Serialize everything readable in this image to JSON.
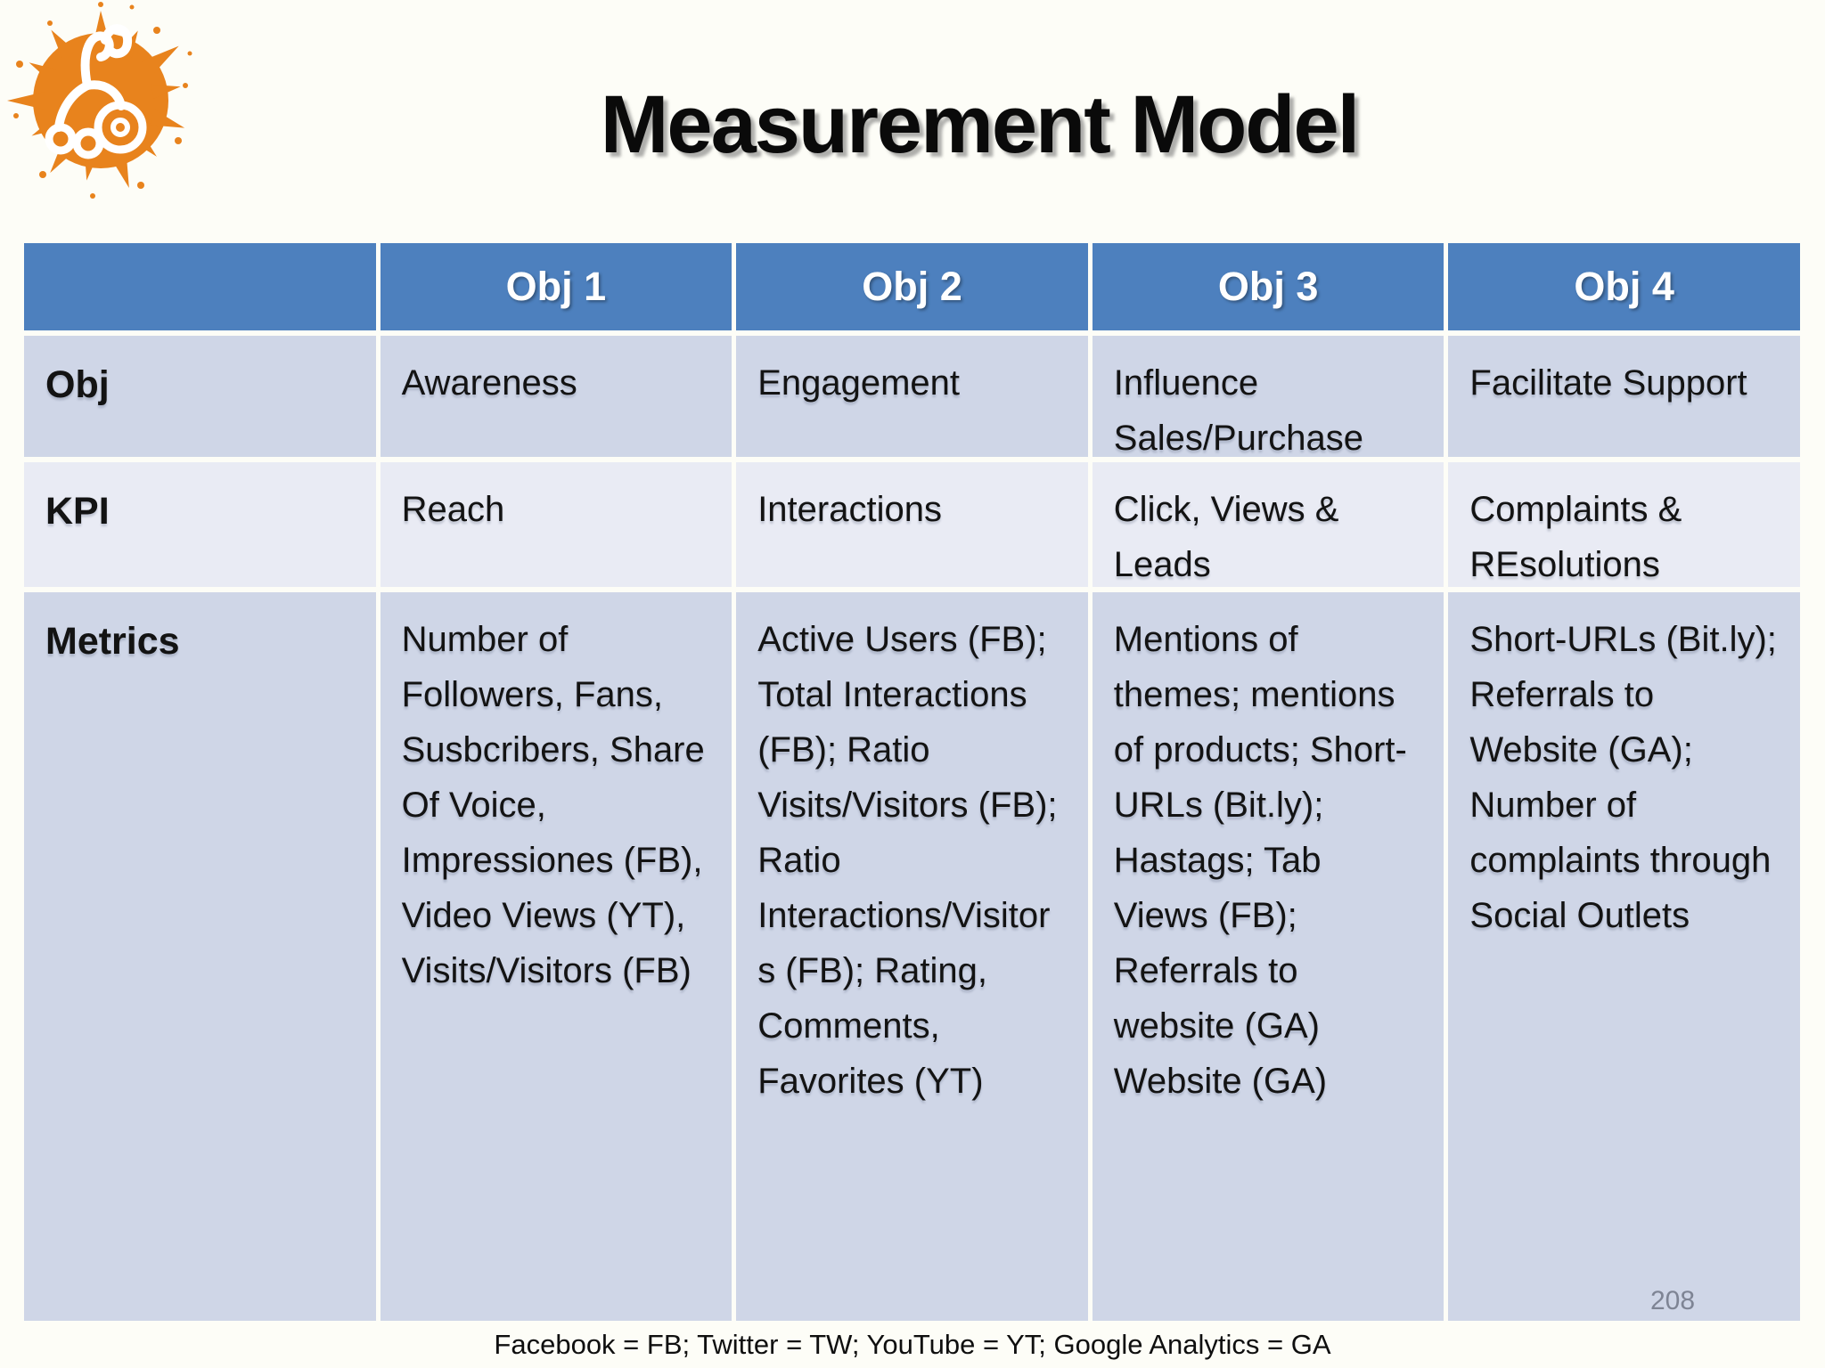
{
  "title": "Measurement Model",
  "logo": {
    "icon": "orange-paint-splat-doodle-icon",
    "splat_color": "#E8831D",
    "doodle_color": "#FFFFFF"
  },
  "colors": {
    "header_bg": "#4D80BE",
    "header_text": "#FFFFFF",
    "band_dark": "#CFD6E7",
    "band_light": "#E9EBF4",
    "body_text": "#131313",
    "page_number": "#7E8494"
  },
  "table": {
    "header": [
      "",
      "Obj 1",
      "Obj 2",
      "Obj 3",
      "Obj 4"
    ],
    "rows": [
      {
        "label": "Obj",
        "cells": [
          "Awareness",
          "Engagement",
          "Influence Sales/Purchase",
          "Facilitate Support"
        ]
      },
      {
        "label": "KPI",
        "cells": [
          "Reach",
          "Interactions",
          "Click, Views & Leads",
          "Complaints & REsolutions"
        ]
      },
      {
        "label": "Metrics",
        "cells": [
          "Number of Followers, Fans, Susbcribers, Share Of Voice, Impressiones (FB), Video Views (YT), Visits/Visitors (FB)",
          "Active Users (FB); Total Interactions (FB); Ratio Visits/Visitors (FB); Ratio Interactions/Visitors (FB); Rating, Comments, Favorites (YT)",
          "Mentions of themes; mentions of products; Short-URLs (Bit.ly); Hastags; Tab Views (FB); Referrals to website (GA) Website (GA)",
          "Short-URLs (Bit.ly); Referrals to Website (GA); Number of complaints through Social Outlets"
        ]
      }
    ]
  },
  "footnote": "Facebook = FB; Twitter = TW; YouTube = YT; Google Analytics = GA",
  "page_number": "208"
}
